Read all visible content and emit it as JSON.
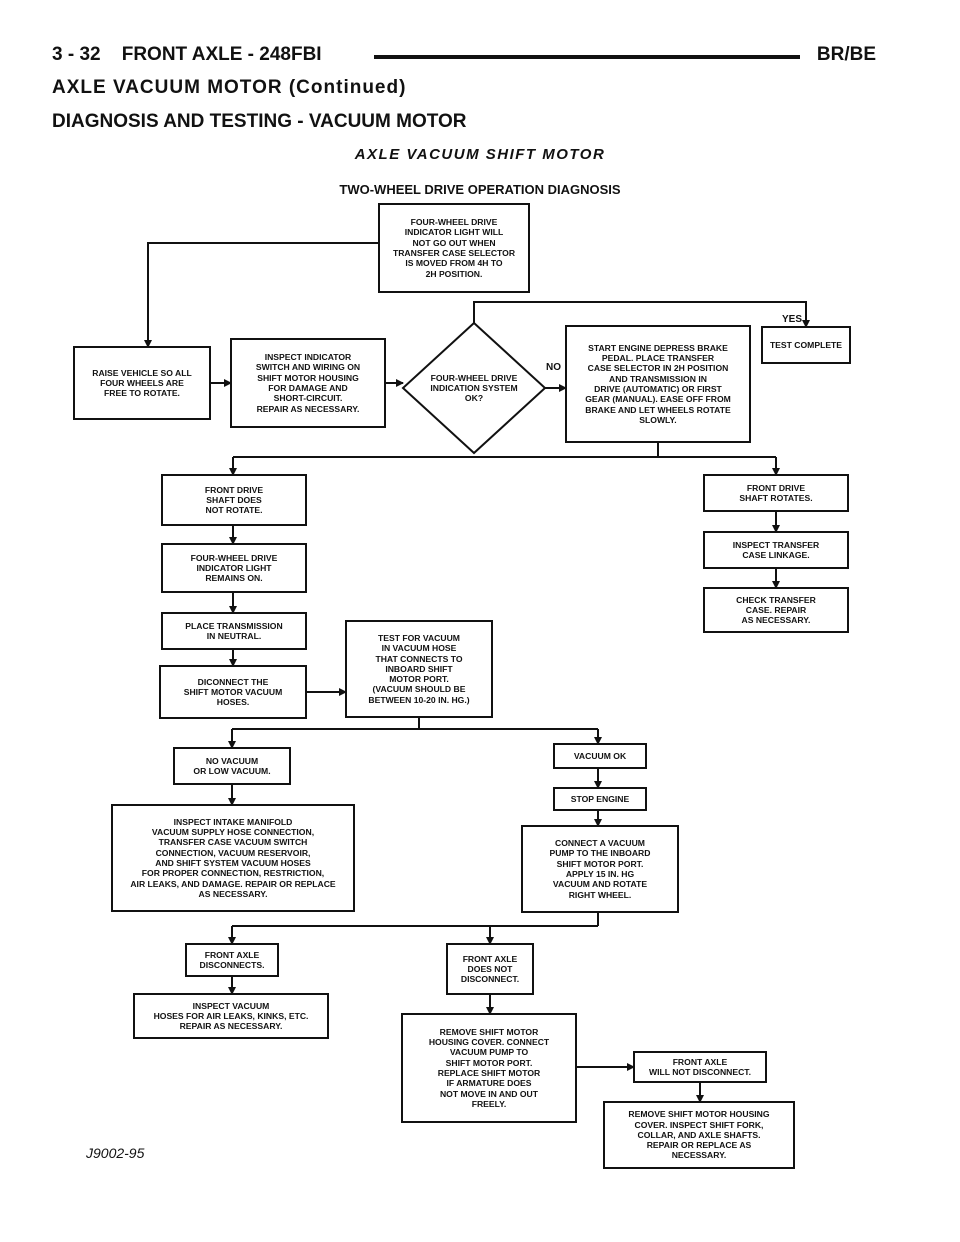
{
  "header": {
    "page": "3 - 32",
    "section": "FRONT AXLE - 248FBI",
    "model": "BR/BE"
  },
  "continued_title": "AXLE VACUUM MOTOR (Continued)",
  "subsection_title": "DIAGNOSIS AND TESTING - VACUUM MOTOR",
  "figure_title": "AXLE VACUUM SHIFT MOTOR",
  "chart_title": "TWO-WHEEL DRIVE OPERATION DIAGNOSIS",
  "figure_id": "J9002-95",
  "labels": {
    "yes": "YES",
    "no": "NO"
  },
  "nodes": {
    "n1": "FOUR-WHEEL DRIVE\nINDICATOR LIGHT WILL\nNOT GO OUT WHEN\nTRANSFER CASE SELECTOR\nIS MOVED FROM 4H TO\n2H POSITION.",
    "n2": "RAISE VEHICLE SO ALL\nFOUR WHEELS ARE\nFREE TO ROTATE.",
    "n3": "INSPECT INDICATOR\nSWITCH AND WIRING ON\nSHIFT MOTOR HOUSING\nFOR DAMAGE AND\nSHORT-CIRCUIT.\nREPAIR AS NECESSARY.",
    "n4": "FOUR-WHEEL DRIVE\nINDICATION SYSTEM\nOK?",
    "n5": "START ENGINE DEPRESS BRAKE\nPEDAL. PLACE TRANSFER\nCASE SELECTOR IN 2H POSITION\nAND TRANSMISSION IN\nDRIVE (AUTOMATIC) OR FIRST\nGEAR (MANUAL). EASE OFF FROM\nBRAKE AND LET WHEELS ROTATE\nSLOWLY.",
    "n6": "TEST COMPLETE",
    "n7": "FRONT DRIVE\nSHAFT DOES\nNOT ROTATE.",
    "n8": "FRONT DRIVE\nSHAFT ROTATES.",
    "n9": "FOUR-WHEEL DRIVE\nINDICATOR LIGHT\nREMAINS ON.",
    "n10": "INSPECT TRANSFER\nCASE LINKAGE.",
    "n11": "PLACE TRANSMISSION\nIN NEUTRAL.",
    "n12": "CHECK TRANSFER\nCASE. REPAIR\nAS NECESSARY.",
    "n13": "DICONNECT THE\nSHIFT MOTOR VACUUM\nHOSES.",
    "n14": "TEST FOR VACUUM\nIN VACUUM HOSE\nTHAT CONNECTS TO\nINBOARD SHIFT\nMOTOR PORT.\n(VACUUM SHOULD BE\nBETWEEN 10-20 IN. HG.)",
    "n15": "NO VACUUM\nOR LOW VACUUM.",
    "n16": "VACUUM OK",
    "n17": "STOP ENGINE",
    "n18": "INSPECT INTAKE MANIFOLD\nVACUUM SUPPLY HOSE CONNECTION,\nTRANSFER CASE VACUUM SWITCH\nCONNECTION, VACUUM RESERVOIR,\nAND SHIFT SYSTEM VACUUM HOSES\nFOR PROPER CONNECTION, RESTRICTION,\nAIR LEAKS, AND DAMAGE. REPAIR OR REPLACE\nAS NECESSARY.",
    "n19": "CONNECT A VACUUM\nPUMP TO THE INBOARD\nSHIFT MOTOR PORT.\nAPPLY 15 IN. HG\nVACUUM AND ROTATE\nRIGHT WHEEL.",
    "n20": "FRONT AXLE\nDISCONNECTS.",
    "n21": "FRONT AXLE\nDOES NOT\nDISCONNECT.",
    "n22": "INSPECT VACUUM\nHOSES FOR AIR LEAKS, KINKS, ETC.\nREPAIR AS NECESSARY.",
    "n23": "REMOVE SHIFT MOTOR\nHOUSING COVER. CONNECT\nVACUUM PUMP TO\nSHIFT MOTOR PORT.\nREPLACE SHIFT MOTOR\nIF ARMATURE DOES\nNOT MOVE IN AND OUT\nFREELY.",
    "n24": "FRONT AXLE\nWILL NOT DISCONNECT.",
    "n25": "REMOVE SHIFT MOTOR HOUSING\nCOVER. INSPECT SHIFT FORK,\nCOLLAR, AND AXLE SHAFTS.\nREPAIR OR REPLACE AS\nNECESSARY."
  }
}
